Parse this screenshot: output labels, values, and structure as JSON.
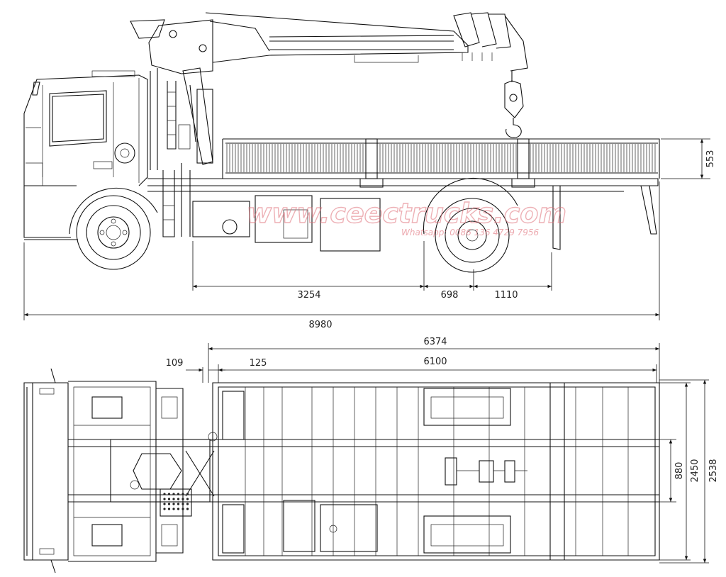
{
  "side_view": {
    "dimensions": {
      "rail_height": "553",
      "rear_overhang": "3254",
      "mid_gap": "698",
      "rear_tail": "1110",
      "overall_length": "8980"
    }
  },
  "top_view": {
    "dimensions": {
      "bed_length_total": "6374",
      "bed_length": "6100",
      "gap_cab": "109",
      "offset_front": "125",
      "frame_width": "880",
      "bed_width": "2450",
      "overall_width": "2538"
    }
  },
  "watermark": {
    "site": "www.ceectrucks.com",
    "whatsapp": "Whatsapp: 0086 136 4729 7956"
  }
}
